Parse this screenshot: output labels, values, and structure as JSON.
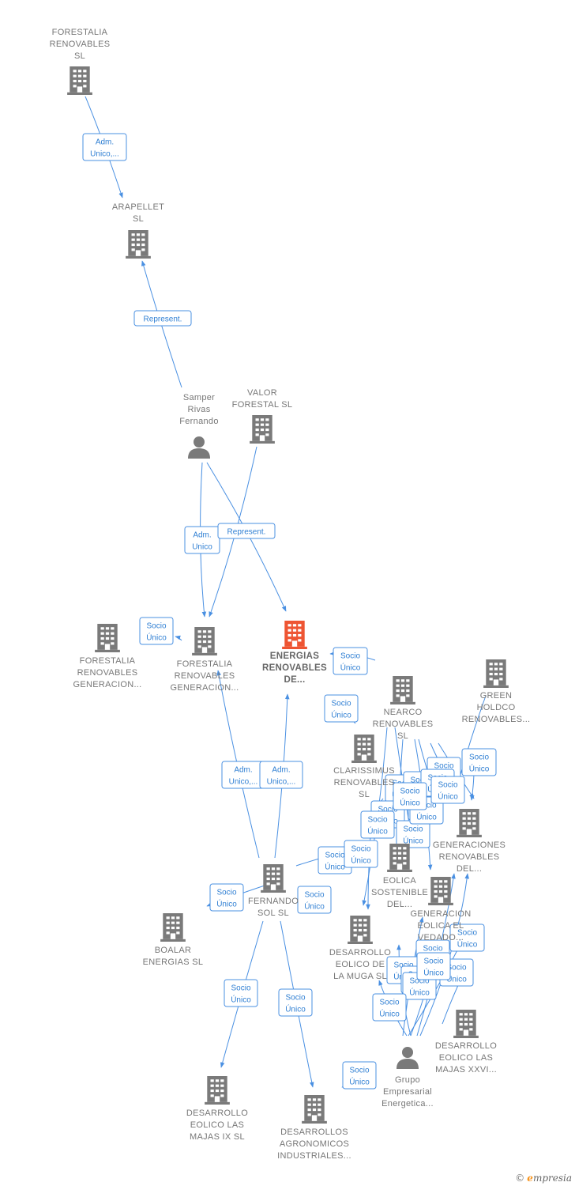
{
  "colors": {
    "edge": "#4a90e2",
    "node_icon": "#7a7a7a",
    "highlight_icon": "#ee5533",
    "label": "#777777"
  },
  "nodes": [
    {
      "id": "forestalia-renovables",
      "type": "company",
      "lines": [
        "FORESTALIA",
        "RENOVABLES",
        "SL"
      ]
    },
    {
      "id": "arapellet",
      "type": "company",
      "lines": [
        "ARAPELLET",
        "SL"
      ]
    },
    {
      "id": "samper",
      "type": "person",
      "lines": [
        "Samper",
        "Rivas",
        "Fernando"
      ]
    },
    {
      "id": "valor-forestal",
      "type": "company",
      "lines": [
        "VALOR",
        "FORESTAL SL"
      ]
    },
    {
      "id": "forestalia-gen-1",
      "type": "company",
      "lines": [
        "FORESTALIA",
        "RENOVABLES",
        "GENERACION..."
      ]
    },
    {
      "id": "forestalia-gen-2",
      "type": "company",
      "lines": [
        "FORESTALIA",
        "RENOVABLES",
        "GENERACION..."
      ]
    },
    {
      "id": "energias",
      "type": "company",
      "highlight": true,
      "lines": [
        "ENERGIAS",
        "RENOVABLES",
        "DE..."
      ]
    },
    {
      "id": "nearco",
      "type": "company",
      "lines": [
        "NEARCO",
        "RENOVABLES",
        "SL"
      ]
    },
    {
      "id": "green-holdco",
      "type": "company",
      "lines": [
        "GREEN",
        "HOLDCO",
        "RENOVABLES..."
      ]
    },
    {
      "id": "clarissimus",
      "type": "company",
      "lines": [
        "CLARISSIMUS",
        "RENOVABLES",
        "SL"
      ]
    },
    {
      "id": "generaciones",
      "type": "company",
      "lines": [
        "GENERACIONES",
        "RENOVABLES",
        "DEL..."
      ]
    },
    {
      "id": "eolica-sostenible",
      "type": "company",
      "lines": [
        "EOLICA",
        "SOSTENIBLE",
        "DEL..."
      ]
    },
    {
      "id": "generacion-vedado",
      "type": "company",
      "lines": [
        "GENERACION",
        "EOLICA EL",
        "VEDADO..."
      ]
    },
    {
      "id": "fernando-sol",
      "type": "company",
      "lines": [
        "FERNANDO",
        "SOL SL"
      ]
    },
    {
      "id": "boalar",
      "type": "company",
      "lines": [
        "BOALAR",
        "ENERGIAS SL"
      ]
    },
    {
      "id": "desarrollo-muga",
      "type": "company",
      "lines": [
        "DESARROLLO",
        "EOLICO DE",
        "LA MUGA SL"
      ]
    },
    {
      "id": "majas-xxvi",
      "type": "company",
      "lines": [
        "DESARROLLO",
        "EOLICO LAS",
        "MAJAS XXVI..."
      ]
    },
    {
      "id": "grupo",
      "type": "person",
      "lines": [
        "Grupo",
        "Empresarial",
        "Energetica..."
      ]
    },
    {
      "id": "majas-ix",
      "type": "company",
      "lines": [
        "DESARROLLO",
        "EOLICO LAS",
        "MAJAS IX SL"
      ]
    },
    {
      "id": "agronomicos",
      "type": "company",
      "lines": [
        "DESARROLLOS",
        "AGRONOMICOS",
        "INDUSTRIALES..."
      ]
    }
  ],
  "edge_labels": [
    [
      "Adm.",
      "Unico,..."
    ],
    [
      "Represent."
    ],
    [
      "Adm.",
      "Unico"
    ],
    [
      "Represent."
    ],
    [
      "Socio",
      "Único"
    ],
    [
      "Socio",
      "Único"
    ],
    [
      "Socio",
      "Único"
    ],
    [
      "Adm.",
      "Unico,..."
    ],
    [
      "Adm.",
      "Unico,..."
    ],
    [
      "Socio",
      "Único"
    ],
    [
      "Socio",
      "Único"
    ],
    [
      "Socio",
      "Único"
    ],
    [
      "Socio",
      "Único"
    ],
    [
      "Socio",
      "Único"
    ],
    [
      "Socio",
      "Único"
    ],
    [
      "Socio",
      "Único"
    ],
    [
      "Socio",
      "Único"
    ],
    [
      "Socio",
      "Único"
    ],
    [
      "Socio",
      "Único"
    ],
    [
      "Socio",
      "Único"
    ],
    [
      "Socio",
      "Único"
    ],
    [
      "Socio",
      "Único"
    ],
    [
      "Socio",
      "Único"
    ],
    [
      "Socio",
      "Único"
    ],
    [
      "Socio",
      "Único"
    ],
    [
      "Socio",
      "Único"
    ],
    [
      "Socio",
      "Único"
    ],
    [
      "Socio",
      "Único"
    ],
    [
      "Socio",
      "Único"
    ],
    [
      "Socio",
      "Único"
    ],
    [
      "Socio",
      "Único"
    ],
    [
      "Socio",
      "Único"
    ],
    [
      "Socio",
      "Único"
    ],
    [
      "Socio",
      "Único"
    ],
    [
      "Socio",
      "Único"
    ],
    [
      "Socio",
      "Único"
    ]
  ],
  "brand": {
    "symbol": "©",
    "initial": "e",
    "name": "mpresia"
  }
}
